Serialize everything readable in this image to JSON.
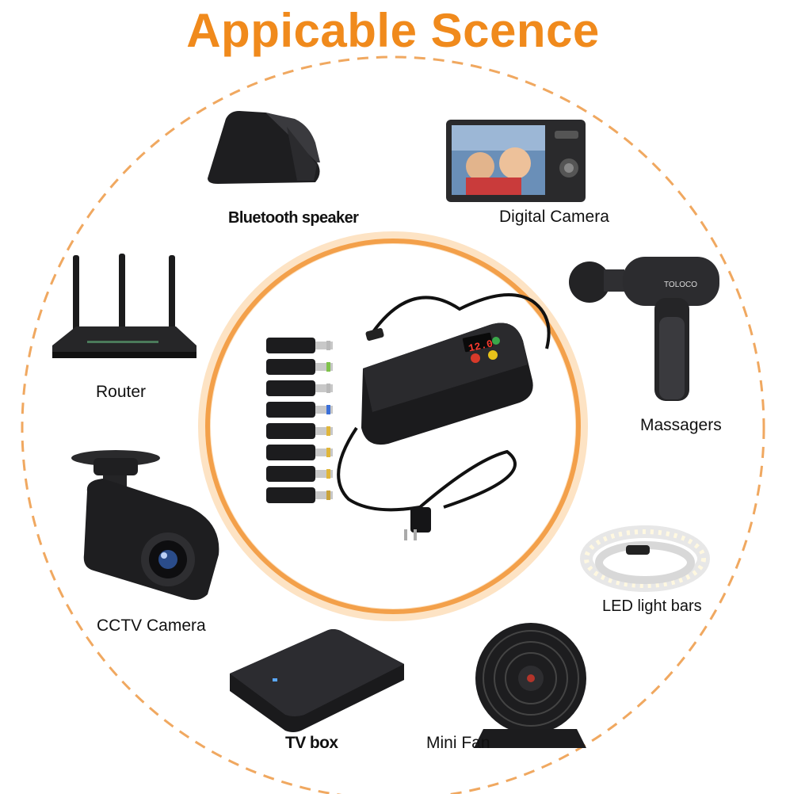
{
  "title": "Appicable Scence",
  "colors": {
    "accent": "#f08a1c",
    "ring_outer": "#f0a860",
    "ring_inner": "#f3a04a",
    "device_dark": "#1e1e20",
    "device_mid": "#3a3a3e"
  },
  "devices": {
    "bluetooth_speaker": "Bluetooth speaker",
    "digital_camera": "Digital Camera",
    "router": "Router",
    "massagers": "Massagers",
    "cctv_camera": "CCTV Camera",
    "led_light_bars": "LED light bars",
    "tv_box": "TV box",
    "mini_fan": "Mini Fan"
  },
  "adapter_display": "12.0"
}
